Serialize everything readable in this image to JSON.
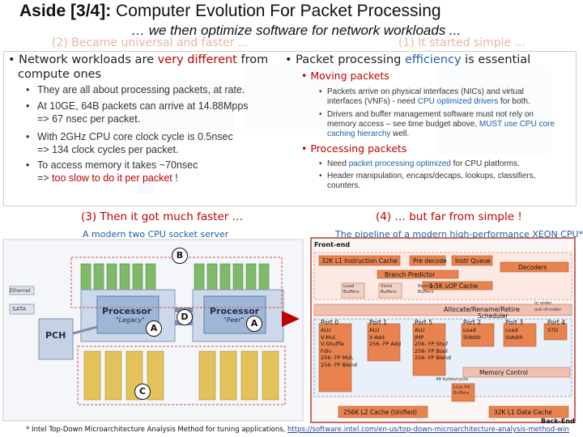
{
  "title_prefix": "Aside [3/4]:",
  "title_main": " Computer Evolution For Packet Processing",
  "subtitle": "… we then optimize software for network workloads ...",
  "ghost": {
    "step2": "(2) Became universal and faster ...",
    "step1": "(1) It started simple ..."
  },
  "left": {
    "lead_a": "• Network workloads are ",
    "lead_red": "very different",
    "lead_b": " from",
    "lead_line2": "compute ones",
    "b1": "They are all about processing packets, at rate.",
    "b2_l1": "At 10GE, 64B packets can arrive at 14.88Mpps",
    "b2_l2": "=> 67 nsec per packet.",
    "b3_l1": "With 2GHz CPU core clock cycle is 0.5nsec",
    "b3_l2": "=> 134 clock cycles per packet.",
    "b4_l1": "To access memory it takes ~70nsec",
    "b4_pre": "=> ",
    "b4_red": "too slow to do it per packet",
    "b4_post": " !"
  },
  "right": {
    "lead_a": "• Packet processing ",
    "lead_blue": "efficiency",
    "lead_b": " is essential",
    "sec1": "Moving packets",
    "s1b1_l1": "Packets arrive on physical interfaces (NICs) and virtual",
    "s1b1_pre": "interfaces (VNFs) - need ",
    "s1b1_blue": "CPU optimized drivers",
    "s1b1_post": " for both.",
    "s1b2_l1": "Drivers and buffer management software must not rely on",
    "s1b2_pre": "memory access – see time budget above, ",
    "s1b2_blue": "MUST use CPU core",
    "s1b2_l3blue": "caching hierarchy",
    "s1b2_l3post": " well.",
    "sec2": "Processing packets",
    "s2b1_pre": "Need ",
    "s2b1_blue": "packet processing optimized",
    "s2b1_post": " for CPU platforms.",
    "s2b2_l1": "Header manipulation, encaps/decaps, lookups, classifiers,",
    "s2b2_l2": "counters."
  },
  "lower": {
    "step3": "(3) Then it got much faster …",
    "step4": "(4) … but far from simple !",
    "left_caption": "A modern two CPU socket server",
    "right_caption": "The pipeline of a modern high-performance XEON CPU*",
    "proc1": "Processor",
    "proc1_sub": "\"Legacy\"",
    "proc2": "Processor",
    "proc2_sub": "\"Peer\"",
    "pch": "PCH",
    "sata": "SATA",
    "ethernet": "Ethernet",
    "label_a1": "A",
    "label_a2": "A",
    "label_b": "B",
    "label_c": "C",
    "label_d": "D",
    "frontend": "Front-end",
    "backend": "Back-End",
    "l1i": "32K L1 Instruction Cache",
    "predecode": "Pre decode",
    "instrq": "Instr Queue",
    "decoders": "Decoders",
    "branch": "Branch Predictor",
    "uopcache": "1.5K uOP Cache",
    "loadbuf": "Load Buffers",
    "storebuf": "Store Buffers",
    "reorder": "Reorder Buffers",
    "alloc": "Allocate/Rename/Retire",
    "inorder": "In order",
    "outorder": "out-of-order",
    "scheduler": "Scheduler",
    "ports": [
      "Port 0",
      "Port 1",
      "Port 5",
      "Port 2",
      "Port 3",
      "Port 4"
    ],
    "p0_units": [
      "ALU",
      "V-Mul",
      "V-Shuffle",
      "Fdiv",
      "256- FP MUL",
      "256- FP Blend"
    ],
    "p1_units": [
      "ALU",
      "V-Add",
      "256- FP Add"
    ],
    "p5_units": [
      "ALU",
      "JMP",
      "256- FP Shuf",
      "256- FP Bool",
      "256- FP Blend"
    ],
    "p2_units": [
      "Load",
      "StAddr"
    ],
    "p3_units": [
      "Load",
      "StAddr"
    ],
    "p4_units": [
      "STD"
    ],
    "memctl": "Memory Control",
    "bytescycle": "48 bytes/cycle",
    "l2": "256K L2 Cache (Unified)",
    "linefill": "Line Fill Buffers",
    "l1d": "32K L1 Data Cache"
  },
  "footnote_pre": "* Intel Top-Down Microarchitecture Analysis Method for tuning applications, ",
  "footnote_link": "https://software.intel.com/en-us/top-down-microarchitecture-analysis-method-win"
}
